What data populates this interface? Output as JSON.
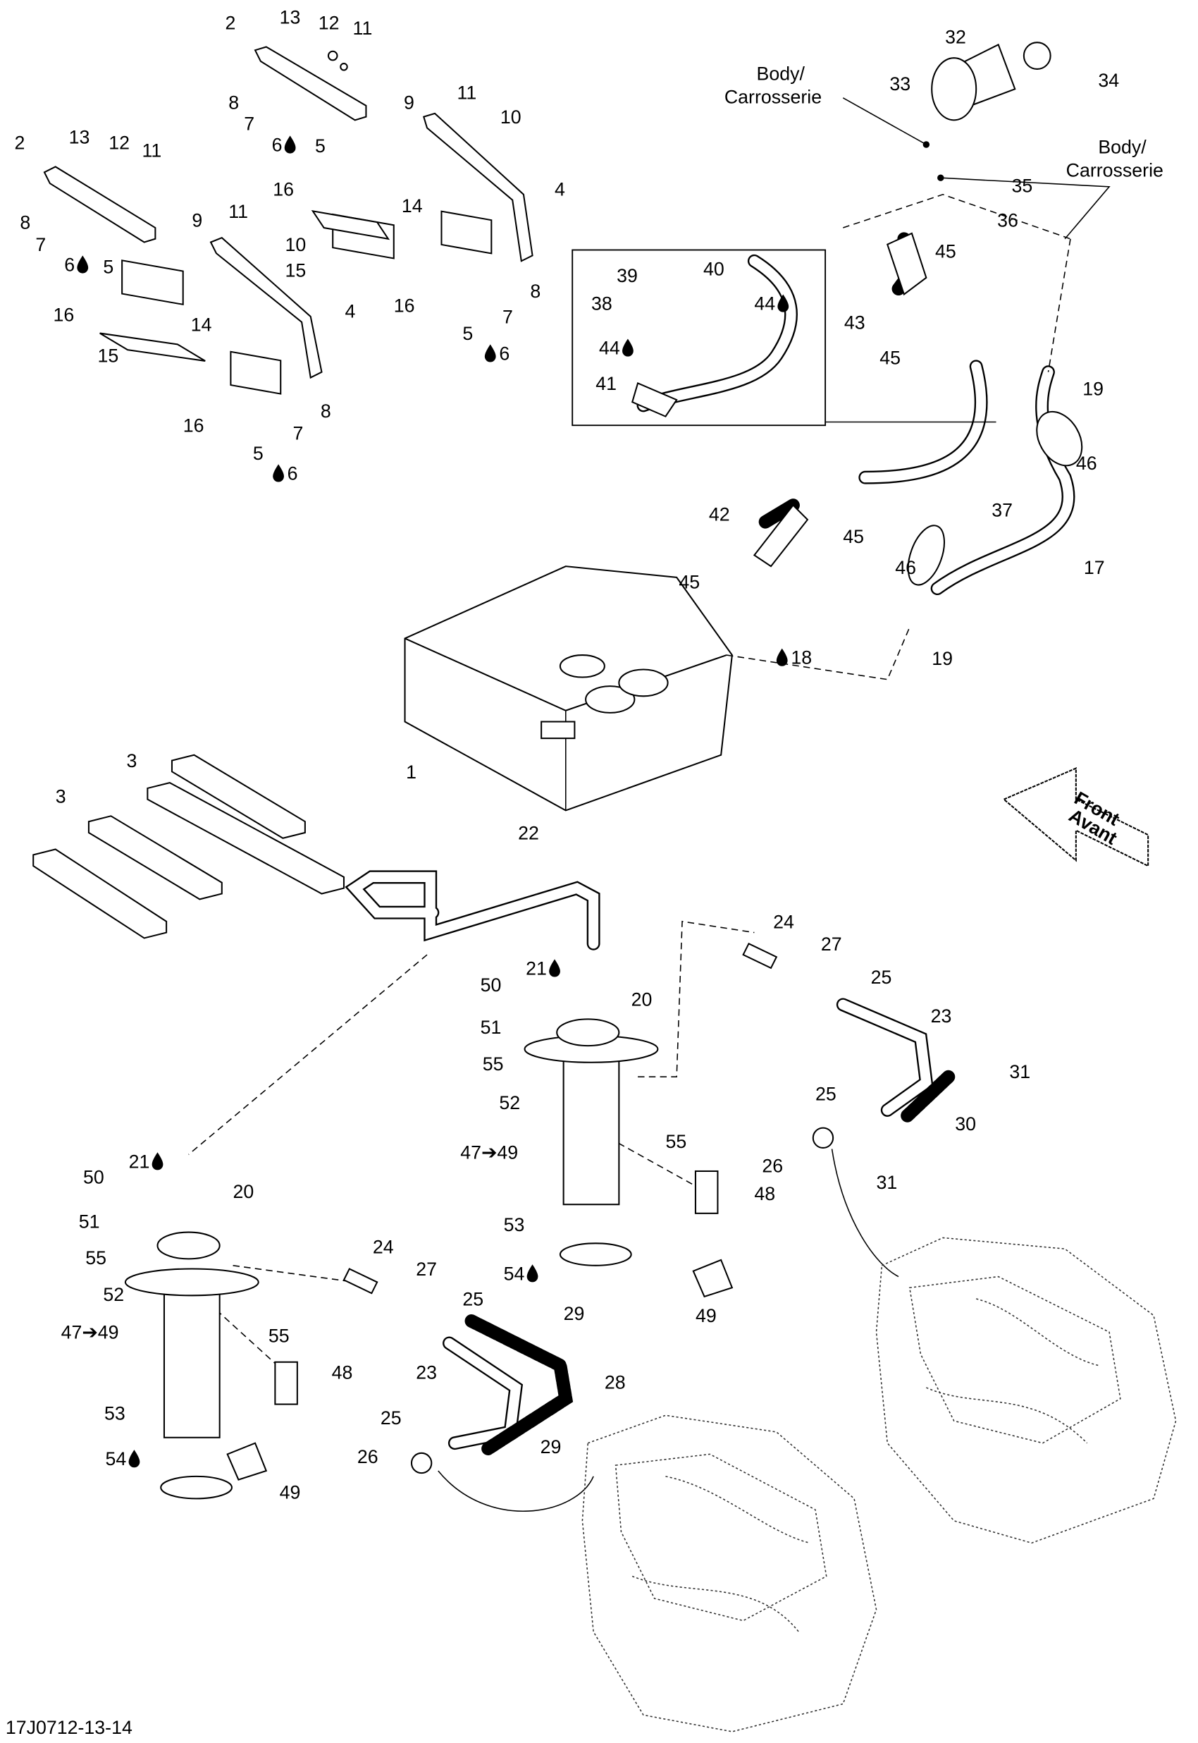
{
  "footer": {
    "drawing_number": "17J0712-13-14"
  },
  "direction_arrow": {
    "line1": "Front",
    "line2": "Avant"
  },
  "body_labels": [
    {
      "line1": "Body/",
      "line2": "Carrosserie"
    },
    {
      "line1": "Body/",
      "line2": "Carrosserie"
    }
  ],
  "callouts": [
    {
      "label": "2"
    },
    {
      "label": "13"
    },
    {
      "label": "12"
    },
    {
      "label": "11"
    },
    {
      "label": "8"
    },
    {
      "label": "7"
    },
    {
      "label": "6",
      "oil_drop": "after"
    },
    {
      "label": "5"
    },
    {
      "label": "9"
    },
    {
      "label": "11"
    },
    {
      "label": "10"
    },
    {
      "label": "16"
    },
    {
      "label": "14"
    },
    {
      "label": "15"
    },
    {
      "label": "4"
    },
    {
      "label": "16"
    },
    {
      "label": "8"
    },
    {
      "label": "7"
    },
    {
      "label": "5"
    },
    {
      "label": "6",
      "oil_drop": "before"
    },
    {
      "label": "2"
    },
    {
      "label": "13"
    },
    {
      "label": "12"
    },
    {
      "label": "11"
    },
    {
      "label": "8"
    },
    {
      "label": "7"
    },
    {
      "label": "6",
      "oil_drop": "after"
    },
    {
      "label": "5"
    },
    {
      "label": "9"
    },
    {
      "label": "11"
    },
    {
      "label": "10"
    },
    {
      "label": "16"
    },
    {
      "label": "14"
    },
    {
      "label": "15"
    },
    {
      "label": "4"
    },
    {
      "label": "16"
    },
    {
      "label": "8"
    },
    {
      "label": "7"
    },
    {
      "label": "5"
    },
    {
      "label": "6",
      "oil_drop": "before"
    },
    {
      "label": "32"
    },
    {
      "label": "33"
    },
    {
      "label": "34"
    },
    {
      "label": "35"
    },
    {
      "label": "36"
    },
    {
      "label": "45"
    },
    {
      "label": "43"
    },
    {
      "label": "45"
    },
    {
      "label": "19"
    },
    {
      "label": "46"
    },
    {
      "label": "37"
    },
    {
      "label": "17"
    },
    {
      "label": "46"
    },
    {
      "label": "45"
    },
    {
      "label": "42"
    },
    {
      "label": "45"
    },
    {
      "label": "18",
      "oil_drop": "before"
    },
    {
      "label": "19"
    },
    {
      "label": "1"
    },
    {
      "label": "39"
    },
    {
      "label": "40"
    },
    {
      "label": "38"
    },
    {
      "label": "44",
      "oil_drop": "after"
    },
    {
      "label": "44",
      "oil_drop": "after"
    },
    {
      "label": "41"
    },
    {
      "label": "3"
    },
    {
      "label": "3"
    },
    {
      "label": "22"
    },
    {
      "label": "24"
    },
    {
      "label": "27"
    },
    {
      "label": "25"
    },
    {
      "label": "23"
    },
    {
      "label": "31"
    },
    {
      "label": "30"
    },
    {
      "label": "25"
    },
    {
      "label": "26"
    },
    {
      "label": "31"
    },
    {
      "label": "21",
      "oil_drop": "after"
    },
    {
      "label": "20"
    },
    {
      "label": "50"
    },
    {
      "label": "51"
    },
    {
      "label": "55"
    },
    {
      "label": "52"
    },
    {
      "label": "55"
    },
    {
      "label": "47➔49"
    },
    {
      "label": "48"
    },
    {
      "label": "53"
    },
    {
      "label": "54",
      "oil_drop": "after"
    },
    {
      "label": "49"
    },
    {
      "label": "21",
      "oil_drop": "after"
    },
    {
      "label": "20"
    },
    {
      "label": "50"
    },
    {
      "label": "51"
    },
    {
      "label": "55"
    },
    {
      "label": "52"
    },
    {
      "label": "55"
    },
    {
      "label": "47➔49"
    },
    {
      "label": "48"
    },
    {
      "label": "53"
    },
    {
      "label": "54",
      "oil_drop": "after"
    },
    {
      "label": "49"
    },
    {
      "label": "24"
    },
    {
      "label": "27"
    },
    {
      "label": "25"
    },
    {
      "label": "29"
    },
    {
      "label": "23"
    },
    {
      "label": "28"
    },
    {
      "label": "25"
    },
    {
      "label": "26"
    },
    {
      "label": "29"
    }
  ]
}
